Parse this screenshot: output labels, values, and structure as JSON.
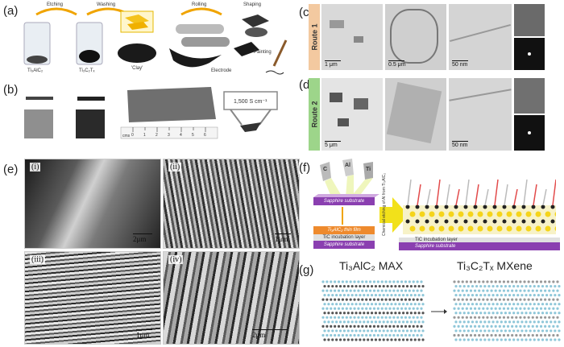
{
  "panels": {
    "a": {
      "label": "(a)",
      "steps": [
        "Etching",
        "Washing",
        "Rolling",
        "Shaping"
      ],
      "materials": [
        "Ti₃AlC₂",
        "Ti₃C₂Tₓ",
        "'Clay'",
        "Electrode",
        "Painting"
      ]
    },
    "b": {
      "label": "(b)",
      "conductivity": "1,500 S cm⁻¹",
      "ruler_numbers": [
        "0",
        "1",
        "2",
        "3",
        "4",
        "5",
        "6"
      ],
      "ruler_unit": "cms"
    },
    "c": {
      "label": "(c)",
      "route": "Route 1",
      "scales": [
        "1 μm",
        "0.5 μm",
        "50 nm"
      ]
    },
    "d": {
      "label": "(d)",
      "route": "Route 2",
      "scales": [
        "5 μm",
        "",
        "50 nm"
      ]
    },
    "e": {
      "label": "(e)",
      "subpanels": [
        {
          "tag": "(i)",
          "scale": "2μm"
        },
        {
          "tag": "(ii)",
          "scale": "1μm"
        },
        {
          "tag": "(iii)",
          "scale": "1μm"
        },
        {
          "tag": "(iv)",
          "scale": "2μm"
        }
      ]
    },
    "f": {
      "label": "(f)",
      "sources": [
        "C",
        "Al",
        "Ti"
      ],
      "layers_left_top": "Sapphire substrate",
      "layers_left": [
        "Ti₃AlC₂ thin film",
        "TiC incubation layer",
        "Sapphire substrate"
      ],
      "arrow_text": "Chemical etching of Al from Ti₃AlC₂",
      "layers_right": [
        "TiC incubation layer",
        "Sapphire substrate"
      ]
    },
    "g": {
      "label": "(g)",
      "left_title": "Ti₃AlC₂ MAX",
      "right_title": "Ti₃C₂Tₓ MXene"
    }
  },
  "colors": {
    "route1": "#f3c9a0",
    "route2": "#9dd58a",
    "substrate": "#8a3fb0",
    "film": "#ee8a2d",
    "arrow": "#f2e11a"
  }
}
